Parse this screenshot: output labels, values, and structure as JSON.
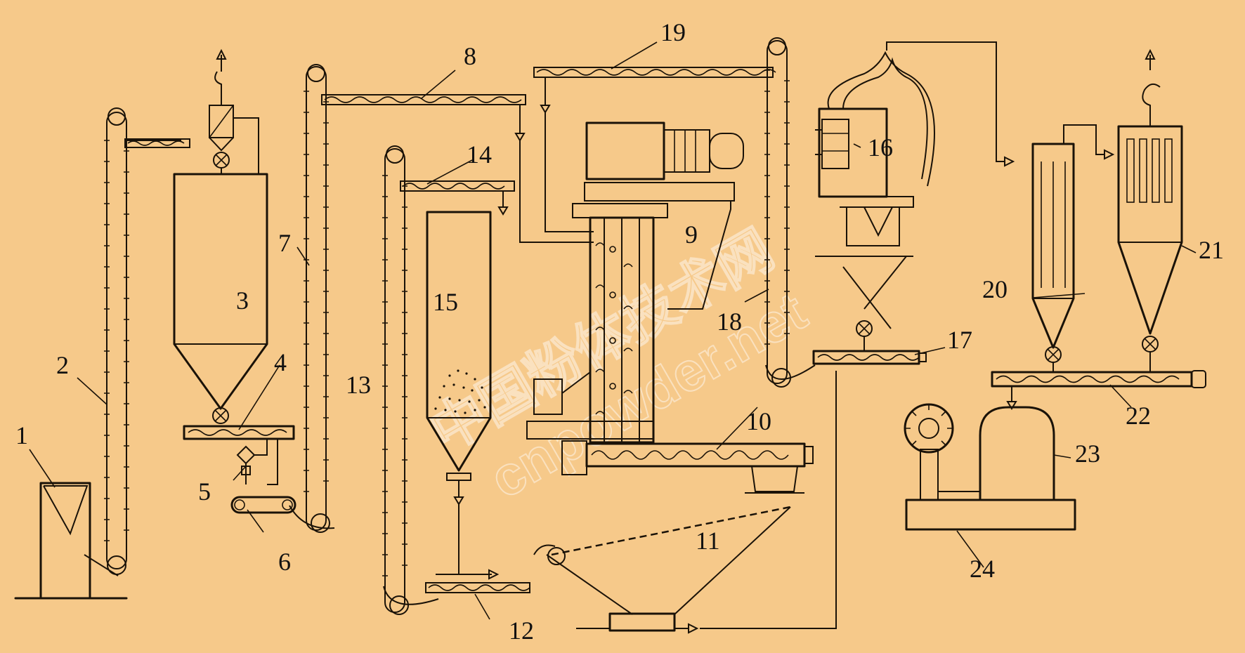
{
  "labels": {
    "n1": "1",
    "n2": "2",
    "n3": "3",
    "n4": "4",
    "n5": "5",
    "n6": "6",
    "n7": "7",
    "n8": "8",
    "n9": "9",
    "n10": "10",
    "n11": "11",
    "n12": "12",
    "n13": "13",
    "n14": "14",
    "n15": "15",
    "n16": "16",
    "n17": "17",
    "n18": "18",
    "n19": "19",
    "n20": "20",
    "n21": "21",
    "n22": "22",
    "n23": "23",
    "n24": "24"
  },
  "watermark": {
    "line1": "中国粉体技术网",
    "line2": "cnpowder.net"
  },
  "colors": {
    "background": "#f6c98a",
    "ink": "#1a1208"
  }
}
